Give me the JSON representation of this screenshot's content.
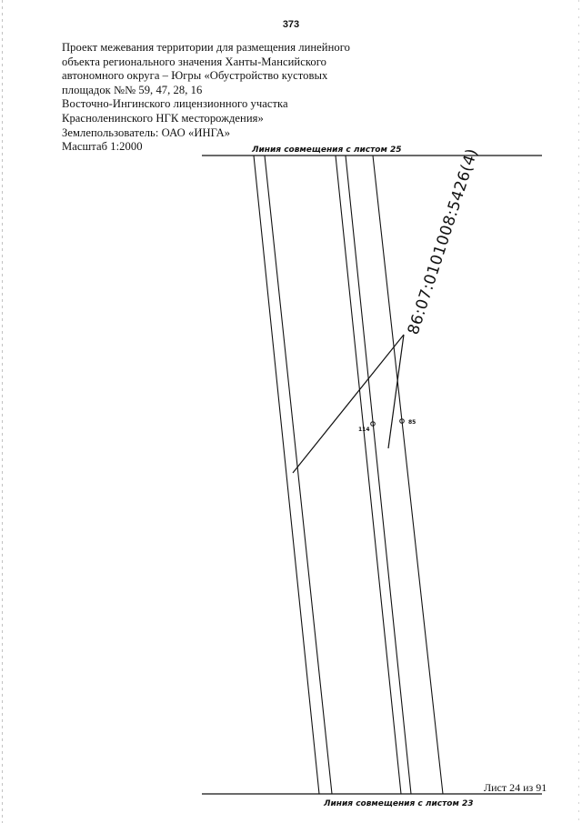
{
  "page_number": "373",
  "header": {
    "lines": [
      "Проект межевания территории для размещения линейного",
      "объекта регионального значения Ханты-Мансийского",
      "автономного  округа – Югры «Обустройство кустовых",
      "площадок №№ 59, 47, 28, 16",
      "Восточно-Ингинского  лицензионного участка",
      "Красноленинского НГК месторождения»",
      "Землепользователь: ОАО «ИНГА»",
      "Масштаб 1:2000"
    ]
  },
  "map": {
    "top_match_line_label": "Линия совмещения с листом 25",
    "bottom_match_line_label": "Линия совмещения с листом 23",
    "cadastral_number": "86:07:0101008:5426(4)",
    "points": [
      {
        "label": "114"
      },
      {
        "label": "85"
      }
    ],
    "line_color": "#111111"
  },
  "footer": {
    "sheet_label": "Лист 24 из 91"
  }
}
